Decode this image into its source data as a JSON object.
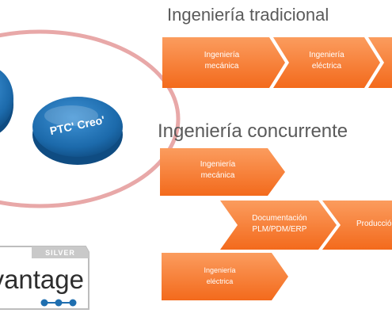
{
  "diagram": {
    "sections": [
      {
        "title": "Ingeniería tradicional",
        "steps": [
          "Ingeniería\nmecánica",
          "Ingeniería\neléctrica",
          ""
        ]
      },
      {
        "title": "Ingeniería concurrente",
        "steps": [
          "Ingeniería\nmecánica",
          "Documentación\nPLM/PDM/ERP",
          "Producción",
          "Ingeniería\neléctrica"
        ]
      }
    ],
    "disc_label": "PTC' Creo'",
    "badge": {
      "tier": "SILVER",
      "word_fragment": "vantage"
    },
    "colors": {
      "orange": "#f7762a",
      "orange_light": "#fb9b5f",
      "blue": "#1f6fb0",
      "ring": "#e3a3a3"
    }
  }
}
